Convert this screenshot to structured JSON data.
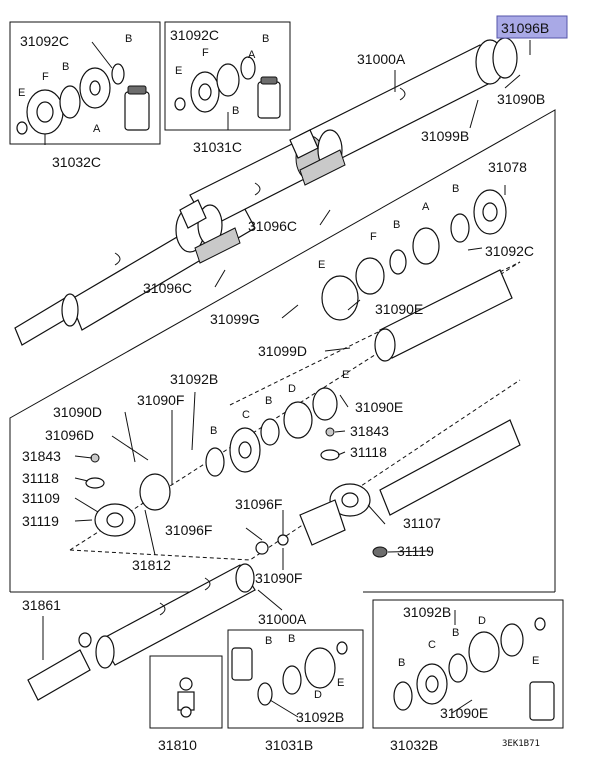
{
  "labels": {
    "p31096b": "31096B",
    "p31000a_top": "31000A",
    "p31090b": "31090B",
    "p31099b": "31099B",
    "p31092c_tl": "31092C",
    "p31092c_tm": "31092C",
    "p31032c": "31032C",
    "p31031c": "31031C",
    "p31078": "31078",
    "p31092c_r": "31092C",
    "p31096c_a": "31096C",
    "p31096c_b": "31096C",
    "p31099g": "31099G",
    "p31090e_a": "31090E",
    "p31099d": "31099D",
    "p31090e_b": "31090E",
    "p31092b_m": "31092B",
    "p31090f_m": "31090F",
    "p31090d": "31090D",
    "p31096d": "31096D",
    "p31843_l": "31843",
    "p31843_r": "31843",
    "p31118_l": "31118",
    "p31118_r": "31118",
    "p31109": "31109",
    "p31119_l": "31119",
    "p31119_r": "31119",
    "p31096f_a": "31096F",
    "p31096f_b": "31096F",
    "p31107": "31107",
    "p31812": "31812",
    "p31090f_b": "31090F",
    "p31000a_bot": "31000A",
    "p31861": "31861",
    "p31092b_bm": "31092B",
    "p31092b_br": "31092B",
    "p31090e_c": "31090E",
    "p31810": "31810",
    "p31031b": "31031B",
    "p31032b": "31032B",
    "footer_code": "3EK1B71"
  },
  "letters": {
    "a": "A",
    "b": "B",
    "c": "C",
    "d": "D",
    "e": "E",
    "f": "F"
  },
  "highlight_color": "#a9a9e6"
}
